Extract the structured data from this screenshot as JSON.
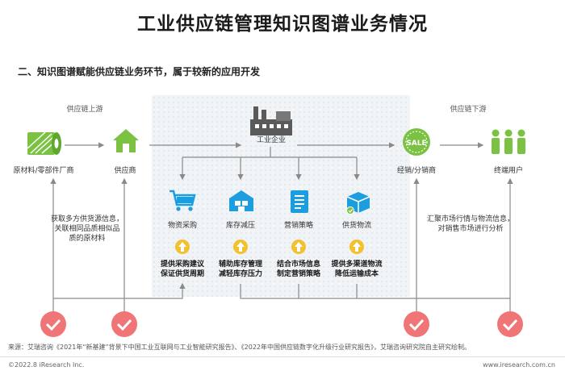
{
  "title": "工业供应链管理知识图谱业务情况",
  "subtitle": "二、知识图谱赋能供应链业务环节，属于较新的应用开发",
  "stages": {
    "upstream": "供应链上游",
    "downstream": "供应链下游"
  },
  "nodes": {
    "raw_material": "原材料/零部件厂商",
    "supplier": "供应商",
    "enterprise": "工业企业",
    "distributor": "经销/分销商",
    "end_user": "终端用户"
  },
  "left_desc": [
    "获取多方供货源信息，",
    "关联相同品质相似品",
    "质的原材料"
  ],
  "right_desc": [
    "汇聚市场行情与物流信息，",
    "对销售市场进行分析"
  ],
  "processes": [
    {
      "label": "物资采购",
      "benefit": [
        "提供采购建议",
        "保证供货周期"
      ]
    },
    {
      "label": "库存减压",
      "benefit": [
        "辅助库存管理",
        "减轻库存压力"
      ]
    },
    {
      "label": "营销策略",
      "benefit": [
        "结合市场信息",
        "制定营销策略"
      ]
    },
    {
      "label": "供货物流",
      "benefit": [
        "提供多渠道物流",
        "降低运输成本"
      ]
    }
  ],
  "source": "来源：艾瑞咨询《2021年“新基建”背景下中国工业互联网与工业智能研究报告》、《2022年中国供应链数字化升级行业研究报告》，艾瑞咨询研究院自主研究绘制。",
  "footer": {
    "left": "©2022.8 iResearch Inc.",
    "right": "www.iresearch.com.cn"
  },
  "badge_text": "SALE",
  "colors": {
    "green": "#7cc242",
    "blue": "#1a9ee0",
    "gold": "#f2c12e",
    "red": "#f07577",
    "line": "#8a8a8a"
  },
  "icons": {
    "raw_material": "fabric-roll-icon",
    "supplier": "house-icon",
    "enterprise": "factory-icon",
    "distributor": "sale-badge-icon",
    "end_user": "people-icon",
    "processes": [
      "shopping-cart-icon",
      "warehouse-icon",
      "document-list-icon",
      "delivery-boxes-icon"
    ],
    "arrows": "up-arrow-circle-icon",
    "checks": "check-circle-icon"
  }
}
